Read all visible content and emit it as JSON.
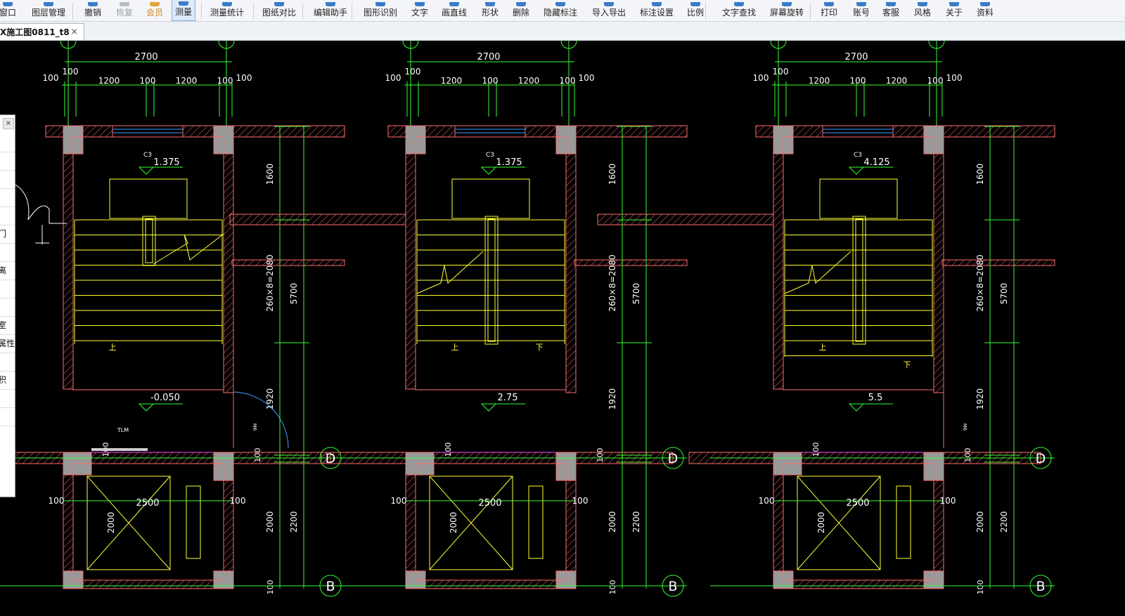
{
  "toolbar": {
    "buttons": [
      {
        "label": "窗口",
        "state": "normal"
      },
      {
        "label": "图层管理",
        "state": "normal"
      },
      {
        "label": "撤销",
        "state": "normal"
      },
      {
        "label": "恢复",
        "state": "disabled"
      },
      {
        "label": "会员",
        "state": "vip"
      },
      {
        "label": "测量",
        "state": "active"
      },
      {
        "label": "测量统计",
        "state": "normal"
      },
      {
        "label": "图纸对比",
        "state": "normal"
      },
      {
        "label": "编辑助手",
        "state": "normal"
      },
      {
        "label": "图形识别",
        "state": "normal"
      },
      {
        "label": "文字",
        "state": "normal"
      },
      {
        "label": "画直线",
        "state": "normal"
      },
      {
        "label": "形状",
        "state": "normal"
      },
      {
        "label": "删除",
        "state": "normal"
      },
      {
        "label": "隐藏标注",
        "state": "normal"
      },
      {
        "label": "导入导出",
        "state": "normal"
      },
      {
        "label": "标注设置",
        "state": "normal"
      },
      {
        "label": "比例",
        "state": "normal"
      },
      {
        "label": "文字查找",
        "state": "normal"
      },
      {
        "label": "屏幕旋转",
        "state": "normal"
      },
      {
        "label": "打印",
        "state": "normal"
      },
      {
        "label": "账号",
        "state": "normal"
      },
      {
        "label": "客服",
        "state": "normal"
      },
      {
        "label": "风格",
        "state": "normal"
      },
      {
        "label": "关于",
        "state": "normal"
      },
      {
        "label": "资料",
        "state": "normal"
      }
    ]
  },
  "tab": {
    "title": "X施工图0811_t8",
    "close": "×"
  },
  "side_panel": {
    "close": "×",
    "rows": [
      "",
      "",
      "",
      "",
      "",
      "门",
      "",
      "离",
      "",
      "",
      "室",
      "属性",
      "",
      "积",
      "",
      ""
    ]
  },
  "drawing": {
    "units": [
      {
        "dims_top": {
          "total": "2700",
          "a": "100",
          "b": "1200",
          "c": "100",
          "d": "1200",
          "e": "100",
          "f": "100",
          "g": "100",
          "h": "100"
        },
        "window_label": "C3",
        "level_top": "1.375",
        "level_bottom": "-0.050",
        "stair_labels": [
          "上"
        ],
        "door_label": "M6",
        "right_dims": [
          "1600",
          "260×8=2080",
          "5700",
          "1920",
          "2200",
          "2000",
          "100",
          "100"
        ],
        "elev_dims": {
          "left": "100",
          "width": "2500",
          "right": "100",
          "height": "2000",
          "top": "100"
        },
        "extra_label": "TLM"
      },
      {
        "dims_top": {
          "total": "2700",
          "a": "100",
          "b": "1200",
          "c": "100",
          "d": "1200",
          "e": "100",
          "f": "100",
          "g": "100",
          "h": "100"
        },
        "window_label": "C3",
        "level_top": "1.375",
        "level_bottom": "2.75",
        "stair_labels": [
          "上",
          "下"
        ],
        "door_label": "",
        "right_dims": [
          "1600",
          "260×8=2080",
          "5700",
          "1920",
          "2200",
          "2000",
          "100",
          "100"
        ],
        "elev_dims": {
          "left": "100",
          "width": "2500",
          "right": "100",
          "height": "2000",
          "top": "100"
        },
        "extra_label": ""
      },
      {
        "dims_top": {
          "total": "2700",
          "a": "100",
          "b": "1200",
          "c": "100",
          "d": "1200",
          "e": "100",
          "f": "100",
          "g": "100",
          "h": "100"
        },
        "window_label": "C3",
        "level_top": "4.125",
        "level_bottom": "5.5",
        "stair_labels": [
          "上",
          "下"
        ],
        "door_label": "M6",
        "right_dims": [
          "1600",
          "260×8=2080",
          "5700",
          "1920",
          "2200",
          "2000",
          "100",
          "100"
        ],
        "elev_dims": {
          "left": "100",
          "width": "2500",
          "right": "100",
          "height": "2000",
          "top": "100"
        },
        "extra_label": ""
      }
    ],
    "axis_labels": [
      "D",
      "D",
      "D",
      "B",
      "B",
      "B"
    ],
    "colors": {
      "wall": "#ff6b6b",
      "stair": "#ffff33",
      "dim": "#33ff33",
      "hatch": "#ff6b6b",
      "fill": "#999999",
      "axis": "#33ff33",
      "door": "#3fa0ff",
      "elevator": "#ffff33",
      "magenta": "#ff44ff"
    }
  }
}
